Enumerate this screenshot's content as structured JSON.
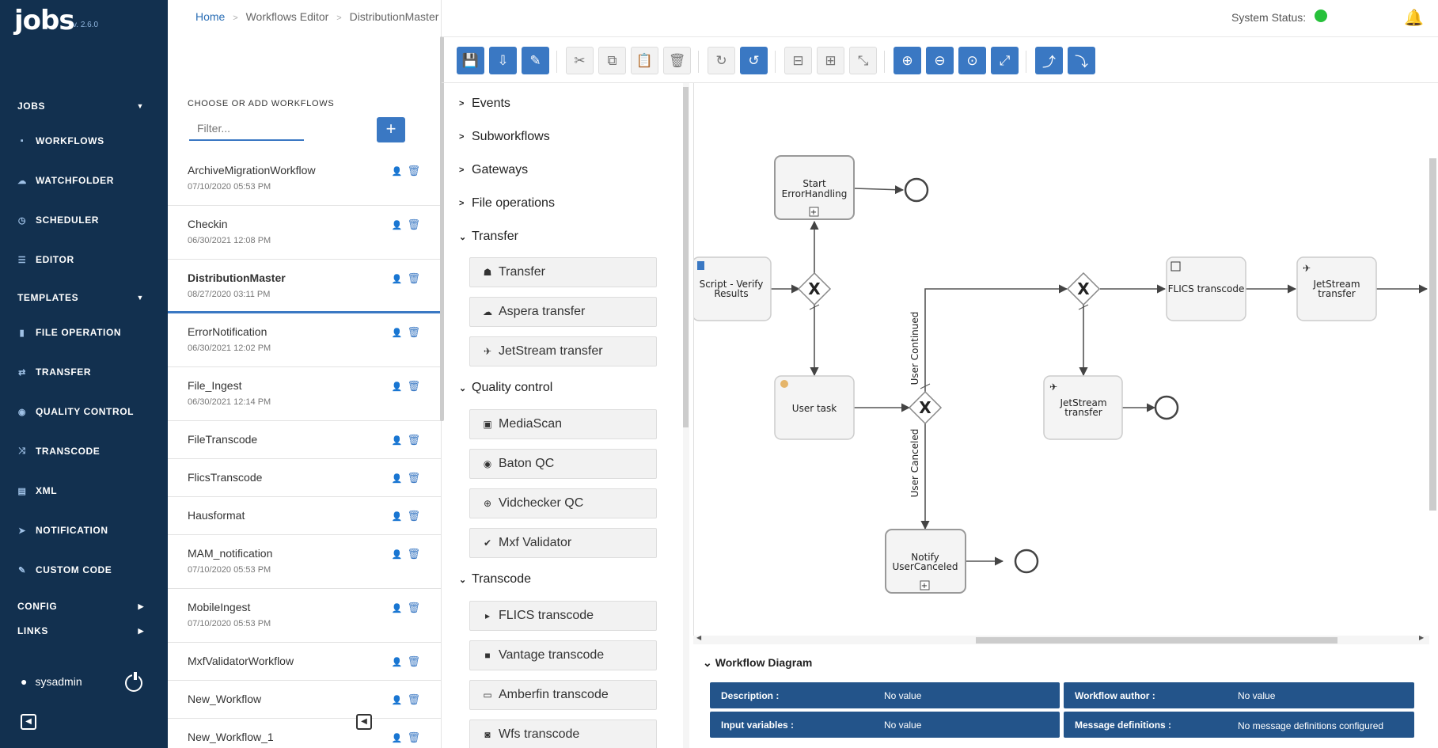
{
  "app": {
    "logo": "jobs",
    "version": "v. 2.6.0"
  },
  "sidebar": {
    "jobs_header": "JOBS",
    "items": [
      {
        "label": "WORKFLOWS",
        "icon": "workflows-icon"
      },
      {
        "label": "WATCHFOLDER",
        "icon": "watchfolder-icon"
      },
      {
        "label": "SCHEDULER",
        "icon": "clock-icon"
      },
      {
        "label": "EDITOR",
        "icon": "editor-icon"
      }
    ],
    "templates_header": "TEMPLATES",
    "templates": [
      {
        "label": "FILE OPERATION",
        "icon": "file-icon"
      },
      {
        "label": "TRANSFER",
        "icon": "transfer-icon"
      },
      {
        "label": "QUALITY CONTROL",
        "icon": "eye-icon"
      },
      {
        "label": "TRANSCODE",
        "icon": "shuffle-icon"
      },
      {
        "label": "XML",
        "icon": "xml-icon"
      },
      {
        "label": "NOTIFICATION",
        "icon": "paper-plane-icon"
      },
      {
        "label": "CUSTOM CODE",
        "icon": "pencil-icon"
      }
    ],
    "config": "CONFIG",
    "links": "LINKS",
    "user": "sysadmin"
  },
  "breadcrumb": {
    "home": "Home",
    "sep": ">",
    "editor": "Workflows Editor",
    "current": "DistributionMaster"
  },
  "workflows": {
    "heading": "CHOOSE OR ADD WORKFLOWS",
    "filter_placeholder": "Filter...",
    "add_label": "+",
    "items": [
      {
        "name": "ArchiveMigrationWorkflow",
        "date": "07/10/2020 05:53 PM"
      },
      {
        "name": "Checkin",
        "date": "06/30/2021 12:08 PM"
      },
      {
        "name": "DistributionMaster",
        "date": "08/27/2020 03:11 PM"
      },
      {
        "name": "ErrorNotification",
        "date": "06/30/2021 12:02 PM"
      },
      {
        "name": "File_Ingest",
        "date": "06/30/2021 12:14 PM"
      },
      {
        "name": "FileTranscode",
        "date": ""
      },
      {
        "name": "FlicsTranscode",
        "date": ""
      },
      {
        "name": "Hausformat",
        "date": ""
      },
      {
        "name": "MAM_notification",
        "date": "07/10/2020 05:53 PM"
      },
      {
        "name": "MobileIngest",
        "date": "07/10/2020 05:53 PM"
      },
      {
        "name": "MxfValidatorWorkflow",
        "date": ""
      },
      {
        "name": "New_Workflow",
        "date": ""
      },
      {
        "name": "New_Workflow_1",
        "date": ""
      }
    ]
  },
  "topbar": {
    "status_label": "System Status:",
    "status_color": "#27c13b"
  },
  "palette": {
    "categories": [
      "Events",
      "Subworkflows",
      "Gateways",
      "File operations",
      "Transfer",
      "Quality control",
      "Transcode"
    ],
    "transfer": [
      "Transfer",
      "Aspera transfer",
      "JetStream transfer"
    ],
    "quality": [
      "MediaScan",
      "Baton QC",
      "Vidchecker QC",
      "Mxf Validator"
    ],
    "transcode": [
      "FLICS transcode",
      "Vantage transcode",
      "Amberfin transcode",
      "Wfs transcode"
    ]
  },
  "diagram": {
    "tasks": {
      "start_error_1": "Start",
      "start_error_2": "ErrorHandling",
      "script_1": "Script - Verify",
      "script_2": "Results",
      "user_task": "User task",
      "flics": "FLICS transcode",
      "jet1_1": "JetStream",
      "jet1_2": "transfer",
      "jet2_1": "JetStream",
      "jet2_2": "transfer",
      "notify_1": "Notify",
      "notify_2": "UserCanceled"
    },
    "edges": {
      "continued": "User Continued",
      "canceled": "User Canceled"
    }
  },
  "properties": {
    "title": "Workflow Diagram",
    "description_label": "Description :",
    "description_value": "No value",
    "author_label": "Workflow author :",
    "author_value": "No value",
    "input_label": "Input variables :",
    "input_value": "No value",
    "message_label": "Message definitions :",
    "message_value": "No message definitions configured"
  }
}
